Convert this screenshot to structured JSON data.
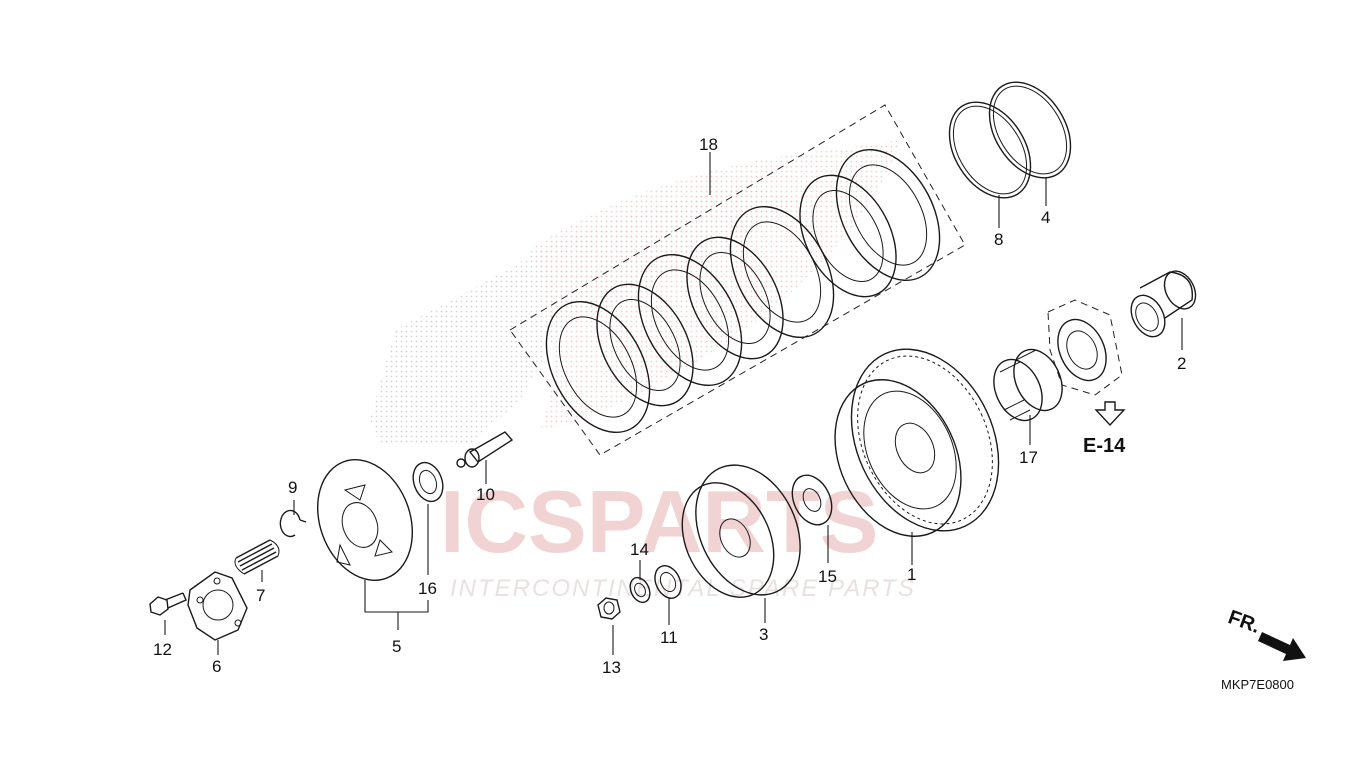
{
  "diagram": {
    "drawing_code": "MKP7E0800",
    "reference": {
      "label": "E-14"
    },
    "direction": {
      "label": "FR."
    },
    "watermark": {
      "brand": "ICSPARTS",
      "tagline": "INTERCONTINENTAL SPARE PARTS",
      "colors": {
        "red": "#e23b3b",
        "gray": "#9a9a9a"
      }
    },
    "callouts": [
      "1",
      "2",
      "3",
      "4",
      "5",
      "6",
      "7",
      "8",
      "9",
      "10",
      "11",
      "12",
      "13",
      "14",
      "15",
      "16",
      "17",
      "18"
    ]
  }
}
